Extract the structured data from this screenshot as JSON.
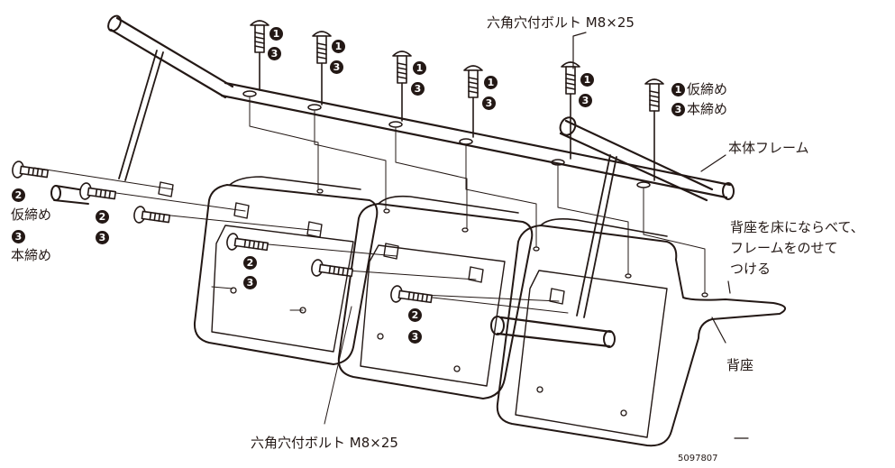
{
  "labels": {
    "bolt_top": "六角穴付ボルト M8×25",
    "bolt_bottom": "六角穴付ボルト M8×25",
    "temp_tighten": "仮締め",
    "temp_tighten_left": "仮締め",
    "final_tighten": "本締め",
    "final_tighten_left": "本締め",
    "body_frame": "本体フレーム",
    "instruction_line1": "背座を床にならべて、",
    "instruction_line2": "フレームをのせて",
    "instruction_line3": "つける",
    "back_seat": "背座",
    "figure_code": "5097807"
  },
  "markers": {
    "one": "1",
    "two": "2",
    "three": "3"
  },
  "colors": {
    "line": "#231815",
    "background": "#ffffff"
  }
}
